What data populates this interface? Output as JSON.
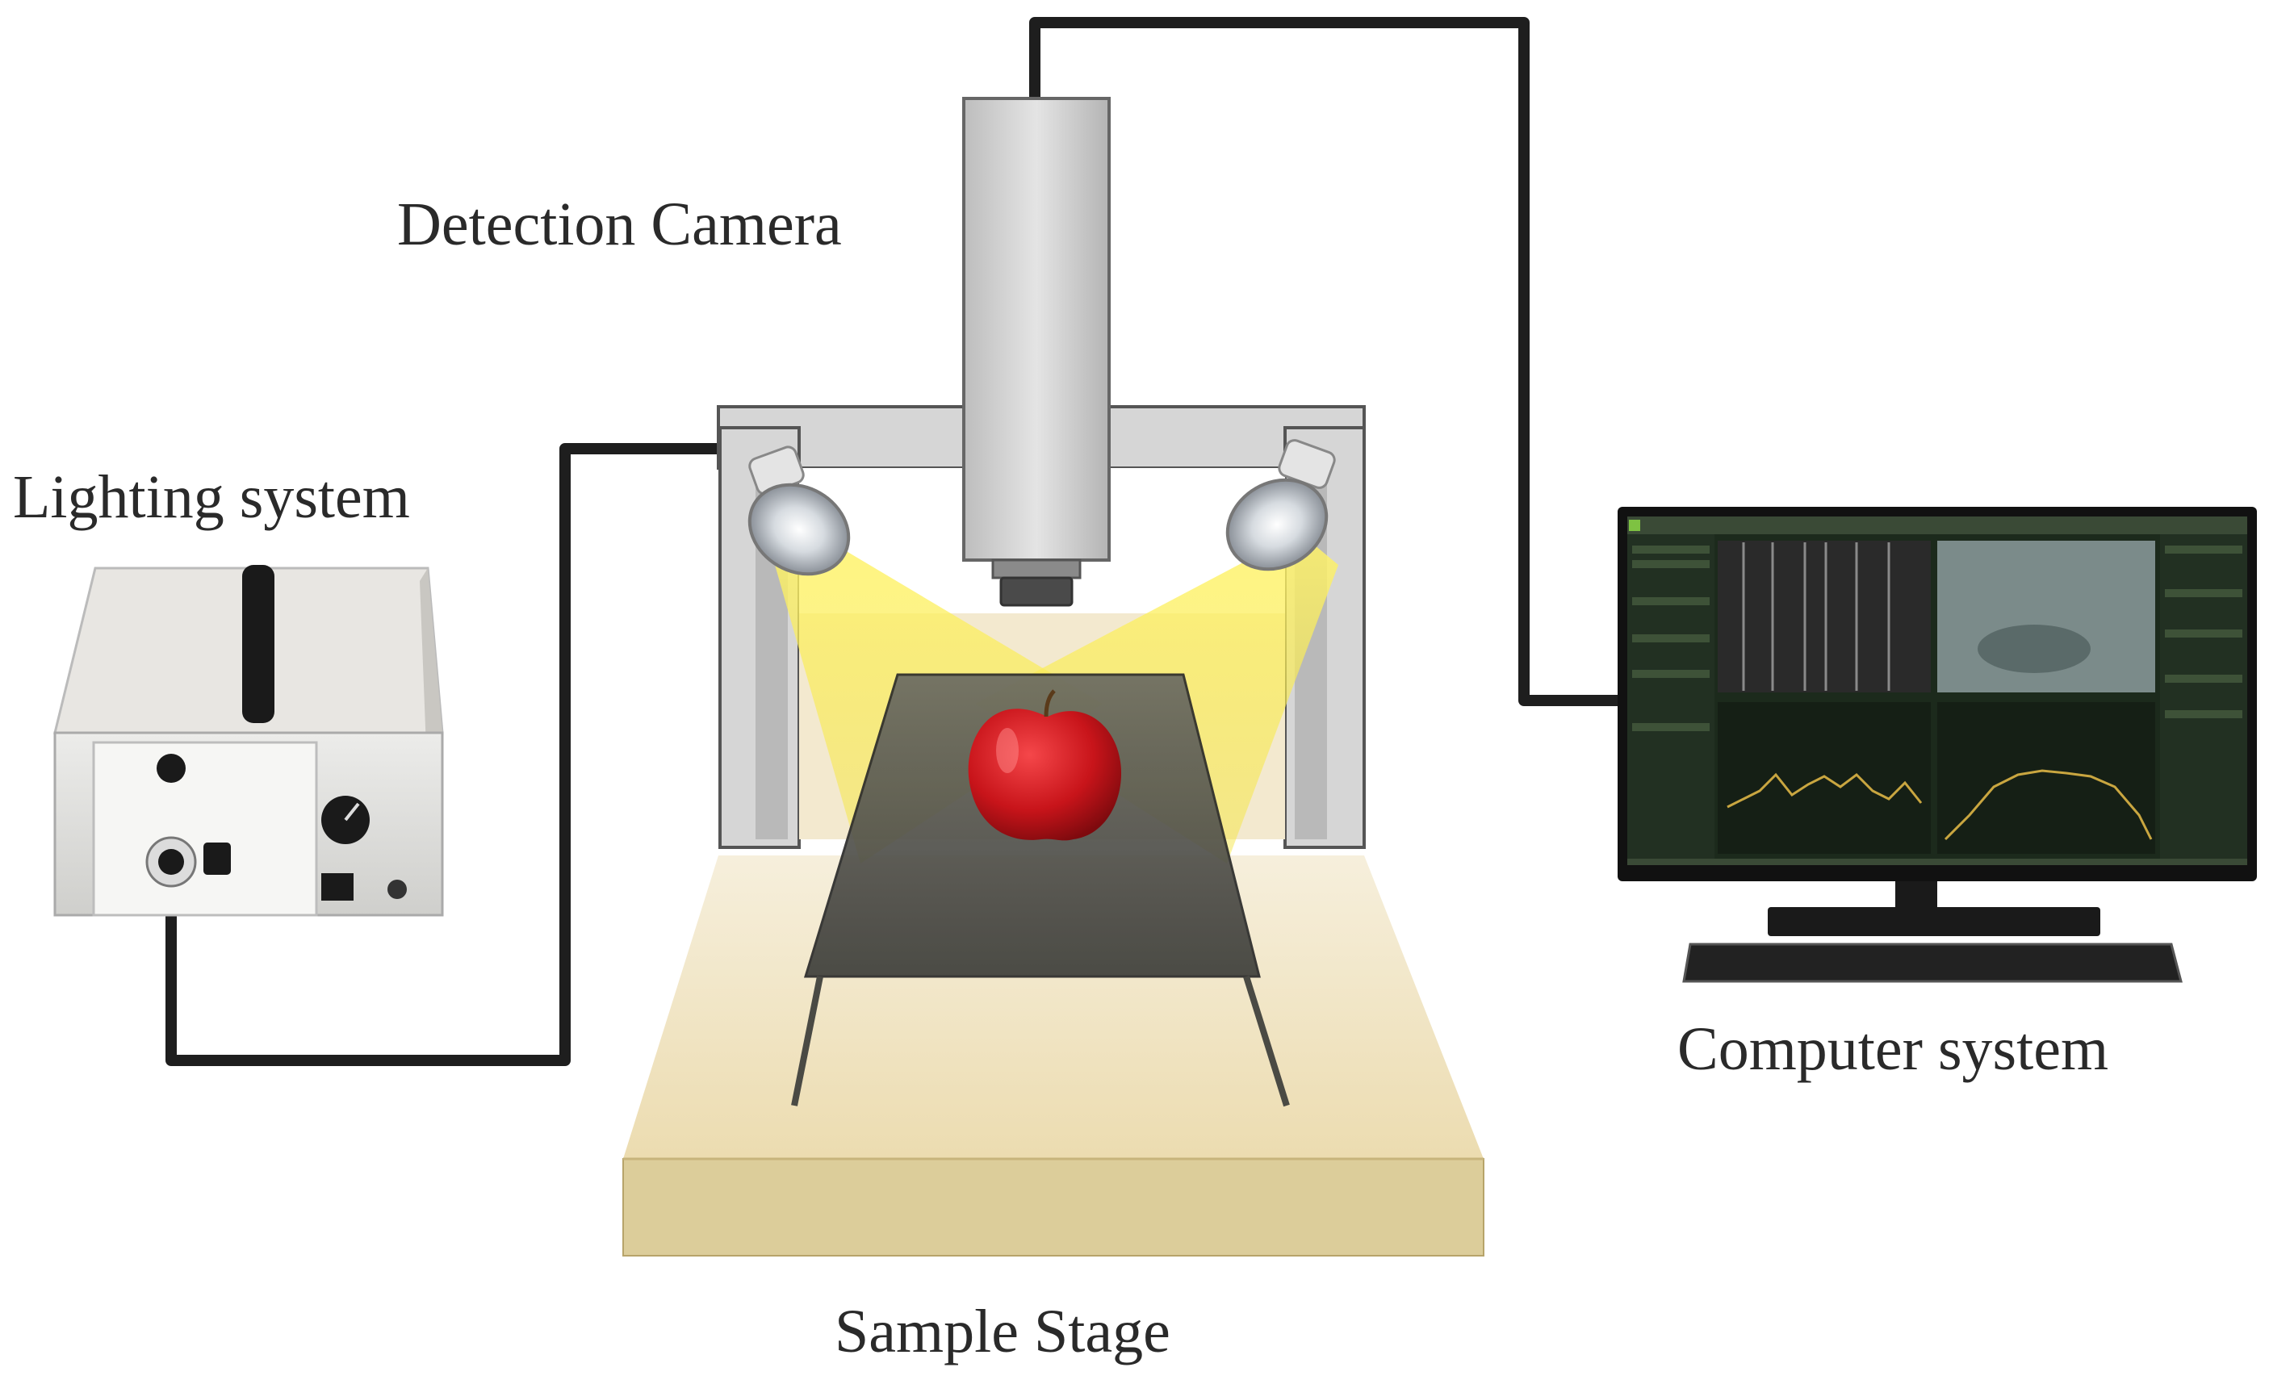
{
  "labels": {
    "detection_camera": "Detection Camera",
    "lighting_system": "Lighting system",
    "computer_system": "Computer system",
    "sample_stage": "Sample Stage"
  },
  "colors": {
    "cable": "#1e1e1e",
    "stage_top": "#f1e6c9",
    "stage_front": "#dccd9a",
    "frame": "#d8d8d8",
    "camera_body": "#dcdcdc",
    "light_beam": "#f6e33a",
    "apple": "#c8141a",
    "monitor_bg": "#1c2a1c",
    "monitor_accent": "#5e7a4e",
    "plot_line": "#c9a640"
  },
  "icons": {
    "apple": "apple-icon",
    "lamp": "halogen-lamp-icon",
    "camera": "camera-icon",
    "light_source": "light-source-box-icon",
    "computer": "monitor-icon"
  }
}
